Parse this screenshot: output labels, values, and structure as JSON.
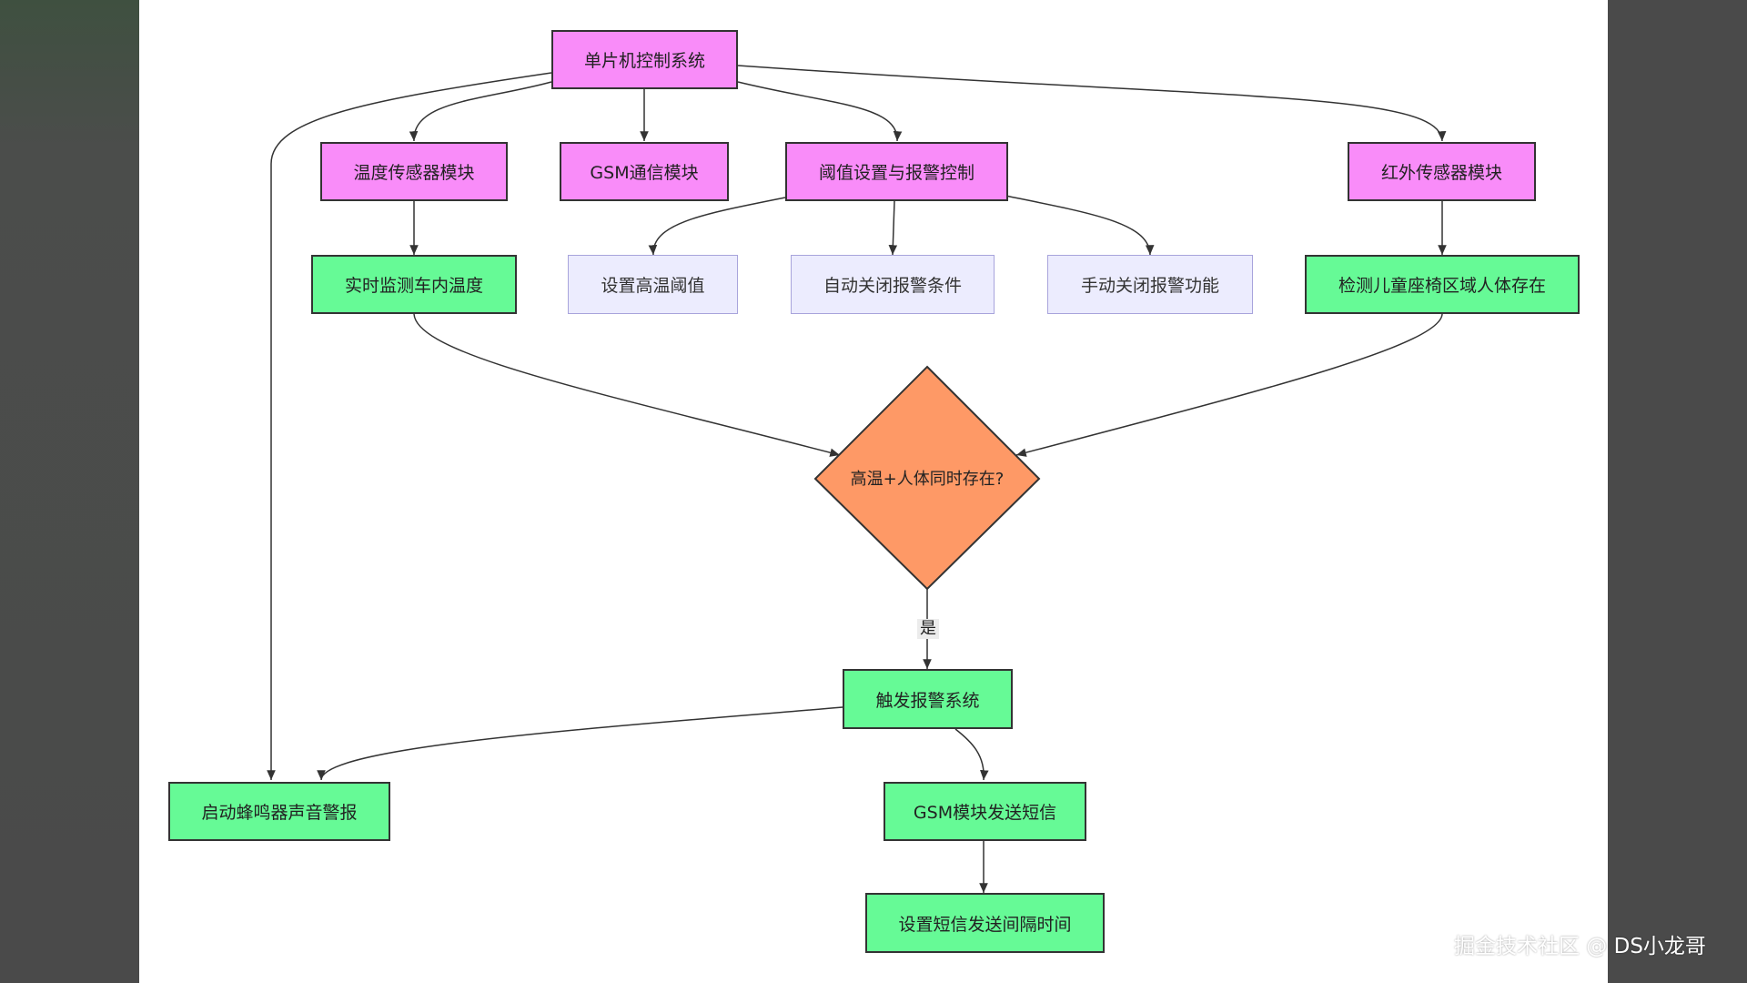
{
  "nodes": {
    "mcu": "单片机控制系统",
    "temp_sensor": "温度传感器模块",
    "gsm_module": "GSM通信模块",
    "threshold_ctrl": "阈值设置与报警控制",
    "ir_sensor": "红外传感器模块",
    "monitor_temp": "实时监测车内温度",
    "set_threshold": "设置高温阈值",
    "auto_off": "自动关闭报警条件",
    "manual_off": "手动关闭报警功能",
    "detect_human": "检测儿童座椅区域人体存在",
    "decision": "高温+人体同时存在?",
    "trigger_alarm": "触发报警系统",
    "buzzer": "启动蜂鸣器声音警报",
    "gsm_sms": "GSM模块发送短信",
    "sms_interval": "设置短信发送间隔时间"
  },
  "edge_labels": {
    "yes": "是"
  },
  "watermark": "掘金技术社区 @ DS小龙哥",
  "colors": {
    "control_node": "#f98cf9",
    "action_node": "#66fa96",
    "setting_node": "#ececfe",
    "decision_node": "#fe9966",
    "background": "#ffffff",
    "frame": "#4a4a4a"
  }
}
